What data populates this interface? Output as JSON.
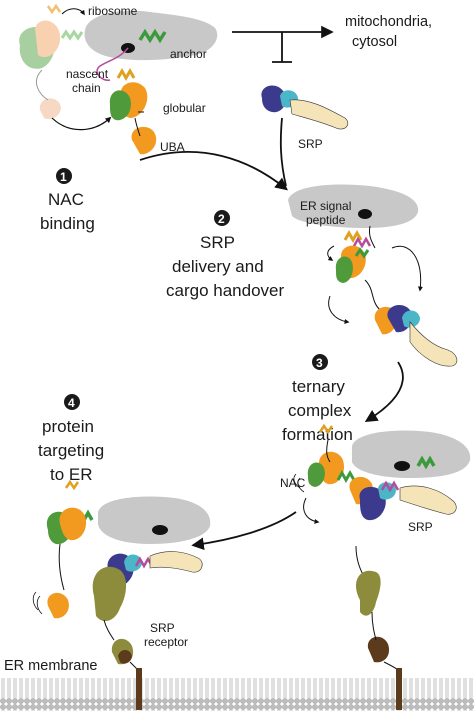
{
  "labels": {
    "ribosome": "ribosome",
    "anchor": "anchor",
    "nascent_chain_1": "nascent",
    "nascent_chain_2": "chain",
    "globular": "globular",
    "uba": "UBA",
    "srp_top": "SRP",
    "mito_1": "mitochondria,",
    "mito_2": "cytosol",
    "er_signal_1": "ER signal",
    "er_signal_2": "peptide",
    "nac": "NAC",
    "srp_bottom": "SRP",
    "srp_receptor_1": "SRP",
    "srp_receptor_2": "receptor",
    "er_membrane": "ER membrane"
  },
  "steps": [
    {
      "number": "1",
      "line1": "NAC",
      "line2": "binding",
      "line3": ""
    },
    {
      "number": "2",
      "line1": "SRP",
      "line2": "delivery and",
      "line3": "cargo handover"
    },
    {
      "number": "3",
      "line1": "ternary",
      "line2": "complex",
      "line3": "formation"
    },
    {
      "number": "4",
      "line1": "protein",
      "line2": "targeting",
      "line3": "to ER"
    }
  ],
  "colors": {
    "ribosome": "#c8c8c8",
    "nac_orange": "#f29a1f",
    "nac_green": "#4f9a3a",
    "helix_green": "#3c9a3c",
    "srp_navy": "#3c3a8c",
    "srp_cyan": "#4ab6c8",
    "srp_cream": "#f4e4b8",
    "srp_magenta": "#b54b9c",
    "receptor_olive": "#8c8c3c",
    "receptor_brown": "#5c3a1c",
    "membrane_gray": "#bdbdbd",
    "faded_green": "#a8cfa0",
    "faded_peach": "#f6d8c4"
  }
}
